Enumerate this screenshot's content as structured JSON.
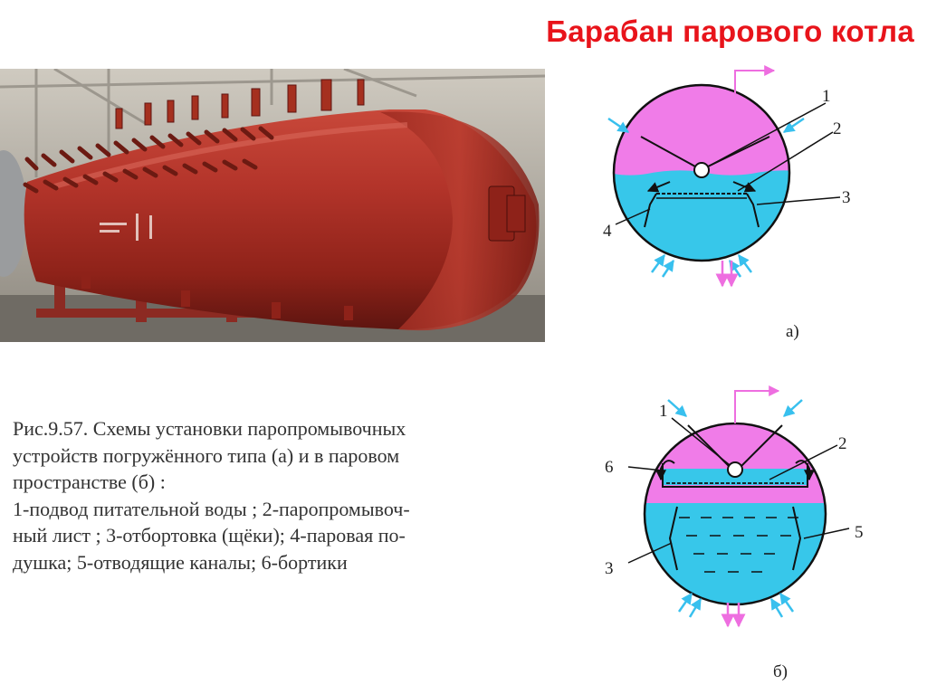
{
  "slide": {
    "title": "Барабан парового котла"
  },
  "caption": {
    "lines": [
      "Рис.9.57. Схемы установки паропромывочных",
      "устройств погружённого типа (а) и в паровом",
      "пространстве (б) :",
      "1-подвод питательной воды ; 2-паропромывоч-",
      "ный лист ; 3-отбортовка (щёки); 4-паровая по-",
      "душка; 5-отводящие каналы; 6-бортики"
    ]
  },
  "diagram_a": {
    "sublabel": "а)",
    "labels": {
      "l1": "1",
      "l2": "2",
      "l3": "3",
      "l4": "4"
    }
  },
  "diagram_b": {
    "sublabel": "б)",
    "labels": {
      "l1": "1",
      "l2": "2",
      "l3": "3",
      "l5": "5",
      "l6": "6"
    }
  },
  "colors": {
    "steam": "#f07ce8",
    "water": "#37c7ea",
    "steam_arrow": "#ee6ee0",
    "feed_arrow": "#38c0ee",
    "title": "#e8141b",
    "drum": "#a4281e"
  }
}
